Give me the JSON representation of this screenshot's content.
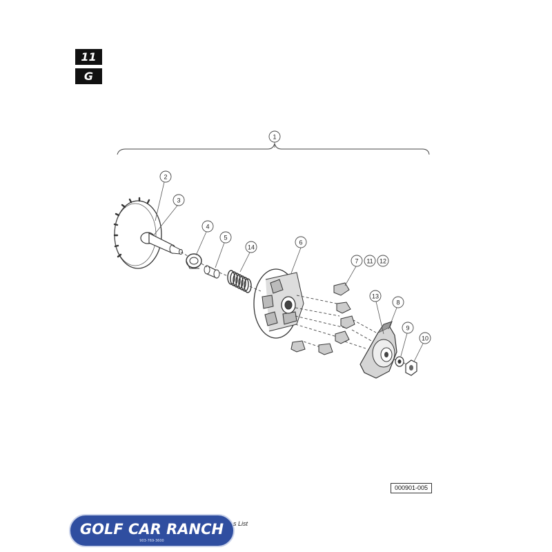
{
  "section_tabs": {
    "number": "11",
    "letter": "G"
  },
  "callouts": {
    "c1": "1",
    "c2": "2",
    "c3": "3",
    "c4": "4",
    "c5": "5",
    "c6": "6",
    "c7": "7",
    "c8": "8",
    "c9": "9",
    "c10": "10",
    "c11": "11",
    "c12": "12",
    "c13": "13",
    "c14": "14"
  },
  "document_number": "000901-005",
  "footer": {
    "fragment": "s List"
  },
  "logo": {
    "brand": "GOLF CAR RANCH",
    "phone": "903-769-3600"
  },
  "colors": {
    "tab_background": "#111111",
    "logo_background": "#2f4ea0",
    "line": "#333333"
  }
}
